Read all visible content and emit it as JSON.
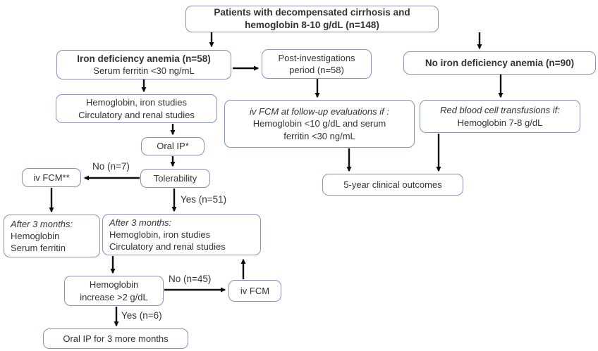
{
  "diagram_title": "Study flow: patients with decompensated cirrhosis and anemia",
  "colors": {
    "box_border": "#8491c2",
    "box_background": "#ffffff",
    "arrow": "#0d0d0d",
    "text": "#333333",
    "background": "#ffffff"
  },
  "nodes": {
    "patients": {
      "line1": "Patients with decompensated cirrhosis and",
      "line2": "hemoglobin 8-10 g/dL (n=148)"
    },
    "ida": {
      "line1": "Iron deficiency anemia (n=58)",
      "line2": "Serum ferritin <30 ng/mL"
    },
    "post_investigations": {
      "line1": "Post-investigations",
      "line2": "period (n=58)"
    },
    "no_ida": {
      "line1": "No iron deficiency anemia (n=90)"
    },
    "hb_iron_studies": {
      "line1": "Hemoglobin, iron studies",
      "line2": "Circulatory and renal studies"
    },
    "ivfcm_followup": {
      "line1": "iv FCM at follow-up evaluations if :",
      "line2": "Hemoglobin <10 g/dL and serum",
      "line3": "ferritin <30 ng/mL"
    },
    "rbc_transfusions": {
      "line1": "Red blood cell transfusions if:",
      "line2": "Hemoglobin 7-8 g/dL"
    },
    "oral_ip": {
      "line1": "Oral IP*"
    },
    "iv_fcm_intolerant": {
      "line1": "iv FCM**"
    },
    "tolerability": {
      "line1": "Tolerability"
    },
    "outcomes": {
      "line1": "5-year clinical outcomes"
    },
    "after3_left": {
      "line1": "After 3 months:",
      "line2": "Hemoglobin",
      "line3": "Serum ferritin"
    },
    "after3_right": {
      "line1": "After 3 months:",
      "line2": "Hemoglobin, iron studies",
      "line3": "Circulatory and renal studies"
    },
    "hb_increase": {
      "line1": "Hemoglobin",
      "line2": "increase >2 g/dL"
    },
    "iv_fcm_no_response": {
      "line1": "iv FCM"
    },
    "oral_ip_3mo": {
      "line1": "Oral IP for 3 more months"
    }
  },
  "edge_labels": {
    "no_n7": "No (n=7)",
    "yes_n51": "Yes (n=51)",
    "no_n45": "No (n=45)",
    "yes_n6": "Yes (n=6)"
  }
}
